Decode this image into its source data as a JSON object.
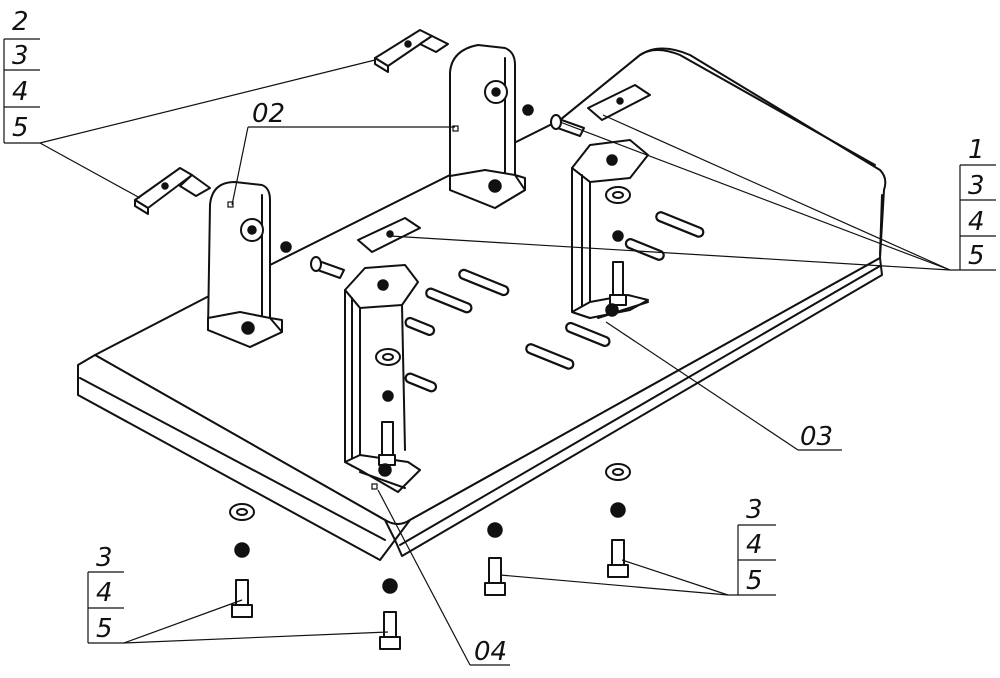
{
  "diagram": {
    "callouts": {
      "top_left": [
        "2",
        "3",
        "4",
        "5"
      ],
      "right": [
        "1",
        "3",
        "4",
        "5"
      ],
      "bottom_right": [
        "3",
        "4",
        "5"
      ],
      "bottom_left": [
        "3",
        "4",
        "5"
      ]
    },
    "parts": {
      "part_02": "02",
      "part_03": "03",
      "part_04": "04"
    }
  }
}
